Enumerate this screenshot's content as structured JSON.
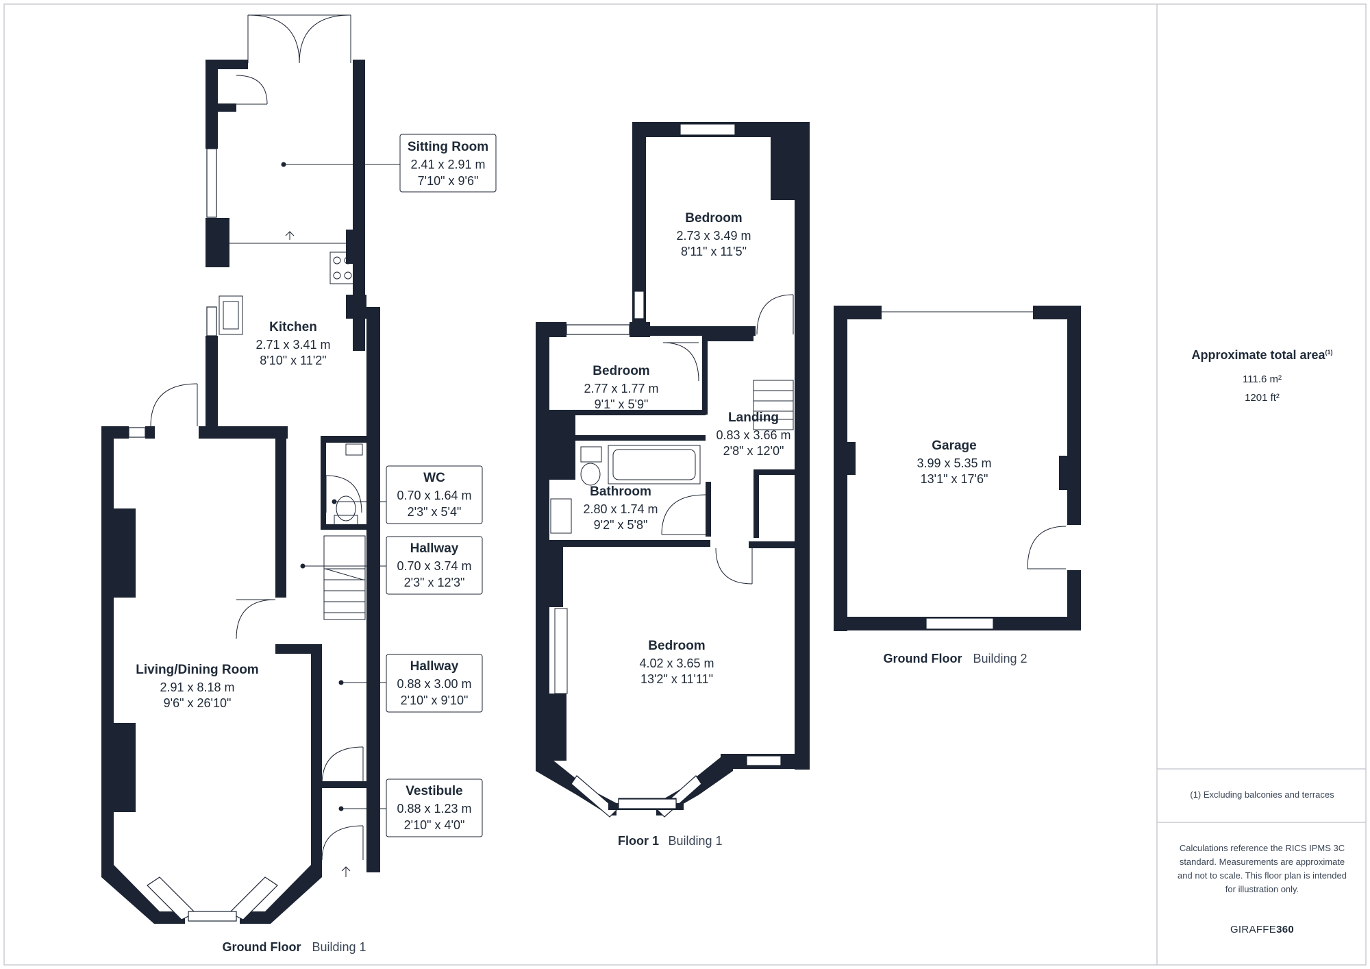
{
  "rooms": {
    "sitting_room": {
      "name": "Sitting Room",
      "metric": "2.41 x 2.91 m",
      "imperial": "7'10\" x 9'6\""
    },
    "kitchen": {
      "name": "Kitchen",
      "metric": "2.71 x 3.41 m",
      "imperial": "8'10\" x 11'2\""
    },
    "wc": {
      "name": "WC",
      "metric": "0.70 x 1.64 m",
      "imperial": "2'3\" x 5'4\""
    },
    "hallway_1": {
      "name": "Hallway",
      "metric": "0.70 x 3.74 m",
      "imperial": "2'3\" x 12'3\""
    },
    "hallway_2": {
      "name": "Hallway",
      "metric": "0.88 x 3.00 m",
      "imperial": "2'10\" x 9'10\""
    },
    "vestibule": {
      "name": "Vestibule",
      "metric": "0.88 x 1.23 m",
      "imperial": "2'10\" x 4'0\""
    },
    "living_dining": {
      "name": "Living/Dining Room",
      "metric": "2.91 x 8.18 m",
      "imperial": "9'6\" x 26'10\""
    },
    "bedroom_top": {
      "name": "Bedroom",
      "metric": "2.73 x 3.49 m",
      "imperial": "8'11\" x 11'5\""
    },
    "bedroom_small": {
      "name": "Bedroom",
      "metric": "2.77 x 1.77 m",
      "imperial": "9'1\" x 5'9\""
    },
    "landing": {
      "name": "Landing",
      "metric": "0.83 x 3.66 m",
      "imperial": "2'8\" x 12'0\""
    },
    "bathroom": {
      "name": "Bathroom",
      "metric": "2.80 x 1.74 m",
      "imperial": "9'2\" x 5'8\""
    },
    "bedroom_main": {
      "name": "Bedroom",
      "metric": "4.02 x 3.65 m",
      "imperial": "13'2\" x 11'11\""
    },
    "garage": {
      "name": "Garage",
      "metric": "3.99 x 5.35 m",
      "imperial": "13'1\" x 17'6\""
    }
  },
  "captions": {
    "ground_b1": {
      "floor": "Ground Floor",
      "building": "Building 1"
    },
    "floor1_b1": {
      "floor": "Floor 1",
      "building": "Building 1"
    },
    "ground_b2": {
      "floor": "Ground Floor",
      "building": "Building 2"
    }
  },
  "sidebar": {
    "area_title": "Approximate total area",
    "area_note_marker": "(1)",
    "area_m2": "111.6 m²",
    "area_ft2": "1201 ft²",
    "footnote": "(1) Excluding balconies and terraces",
    "disclaimer": "Calculations reference the RICS IPMS 3C standard. Measurements are approximate and not to scale. This floor plan is intended for illustration only.",
    "brand_a": "GIRAFFE",
    "brand_b": "360"
  },
  "colors": {
    "wall": "#1c2433",
    "text": "#1f2a38",
    "border": "#c8ccd2"
  }
}
